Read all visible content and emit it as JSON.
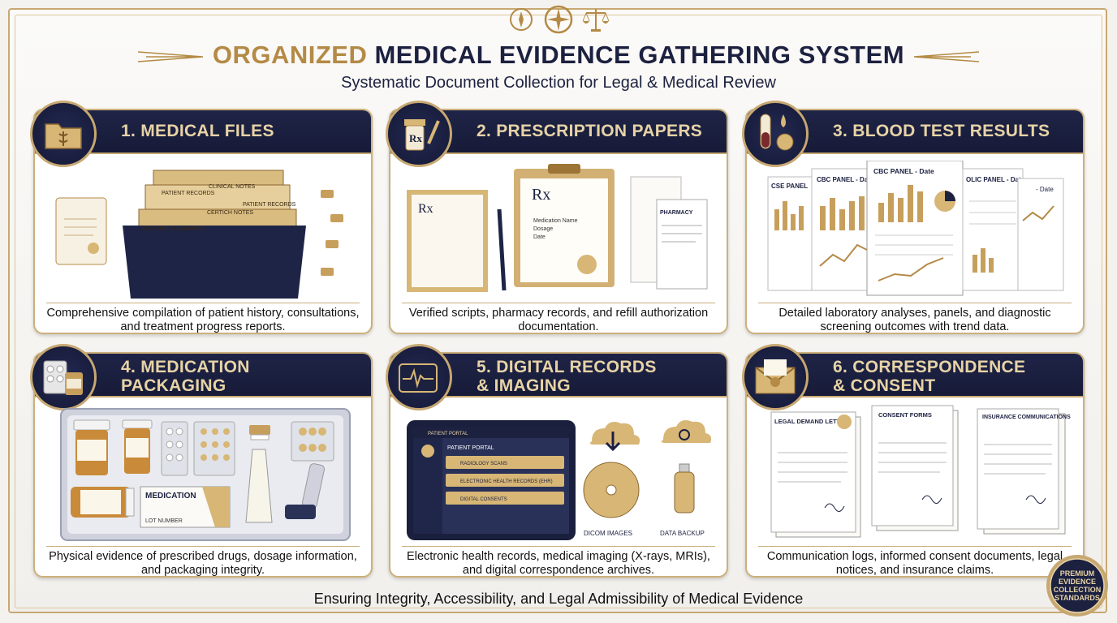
{
  "header": {
    "title_gold": "ORGANIZED",
    "title_navy": "MEDICAL EVIDENCE GATHERING SYSTEM",
    "subtitle": "Systematic Document Collection for Legal & Medical Review"
  },
  "cards": [
    {
      "title_line1": "1. MEDICAL FILES",
      "title_line2": "",
      "icon": "folder-caduceus-icon",
      "description": "Comprehensive compilation of patient history, consultations, and treatment progress reports.",
      "labels": [
        "PATIENT RECORDS",
        "CLINICAL NOTES",
        "PATIENT RECORDS",
        "CERTICH NOTES",
        "DOCKNEE SUMMARIES"
      ]
    },
    {
      "title_line1": "2. PRESCRIPTION PAPERS",
      "title_line2": "",
      "icon": "prescription-bottle-icon",
      "description": "Verified scripts, pharmacy records, and refill authorization documentation.",
      "labels": [
        "Rx",
        "Medication Name",
        "Dosage",
        "Date",
        "PHARMACY"
      ]
    },
    {
      "title_line1": "3. BLOOD TEST RESULTS",
      "title_line2": "",
      "icon": "test-tube-icon",
      "description": "Detailed laboratory analyses, panels, and diagnostic screening outcomes with trend data.",
      "labels": [
        "CSE PANEL",
        "CBC PANEL - Date",
        "CBC PANEL - Date",
        "OLIC PANEL - Date",
        "- Date"
      ]
    },
    {
      "title_line1": "4. MEDICATION",
      "title_line2": "PACKAGING",
      "icon": "pill-blister-icon",
      "description": "Physical evidence of prescribed drugs, dosage information, and packaging integrity.",
      "labels": [
        "MEDICATION",
        "LOT NUMBER"
      ]
    },
    {
      "title_line1": "5. DIGITAL RECORDS",
      "title_line2": "& IMAGING",
      "icon": "tablet-heartbeat-icon",
      "description": "Electronic health records, medical imaging (X-rays, MRIs), and digital correspondence archives.",
      "labels": [
        "PATIENT PORTAL",
        "RADIOLOGY SCANS",
        "ELECTRONIC HEALTH RECORDS (EHR)",
        "DIGITAL CONSENTS",
        "DICOM IMAGES",
        "DATA BACKUP"
      ]
    },
    {
      "title_line1": "6. CORRESPONDENCE",
      "title_line2": "& CONSENT",
      "icon": "envelope-seal-icon",
      "description": "Communication logs, informed consent documents, legal notices, and insurance claims.",
      "labels": [
        "LEGAL DEMAND LETTER",
        "CONSENT FORMS",
        "INSURANCE COMMUNICATIONS"
      ]
    }
  ],
  "footer": {
    "text": "Ensuring Integrity, Accessibility, and Legal Admissibility of Medical Evidence"
  },
  "seal": {
    "text": "PREMIUM EVIDENCE COLLECTION STANDARDS"
  },
  "colors": {
    "navy": "#1c2140",
    "gold": "#b48a45",
    "gold_light": "#e7d3a6",
    "border": "#cdb07a"
  }
}
